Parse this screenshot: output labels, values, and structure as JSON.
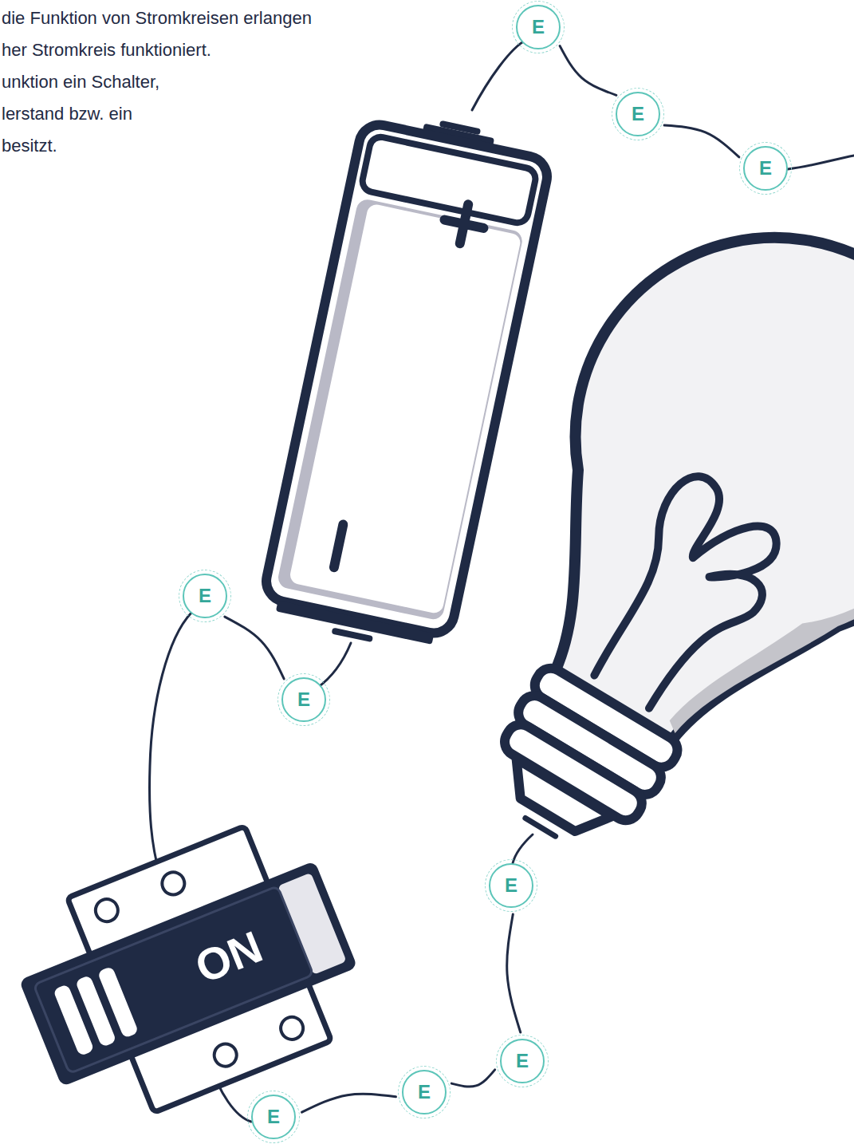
{
  "diagram": {
    "nodes": [
      {
        "text": [
          "E"
        ]
      },
      {
        "text": [
          "E"
        ]
      },
      {
        "text": [
          "E"
        ]
      },
      {
        "text": [
          "E"
        ]
      },
      {
        "text": [
          "E"
        ]
      },
      {
        "text": [
          "E"
        ]
      },
      {
        "text": [
          "E"
        ]
      },
      {
        "text": [
          "E"
        ]
      },
      {
        "text": [
          "E"
        ]
      }
    ],
    "edges": [
      {
        "from": 0,
        "to": 1,
        "arrow": "none"
      },
      {
        "from": 1,
        "to": 2,
        "arrow": "none"
      },
      {
        "from": 3,
        "to": 4,
        "arrow": "none"
      },
      {
        "from": 5,
        "to": 6,
        "arrow": "none"
      },
      {
        "from": 6,
        "to": 7,
        "arrow": "none"
      },
      {
        "from": 7,
        "to": 8,
        "arrow": "none"
      }
    ],
    "labels": [
      "die Funktion von Stromkreisen erlangen",
      "her Stromkreis funktioniert.",
      "unktion ein Schalter,",
      "lerstand bzw. ein",
      "besitzt.",
      "ON"
    ]
  }
}
